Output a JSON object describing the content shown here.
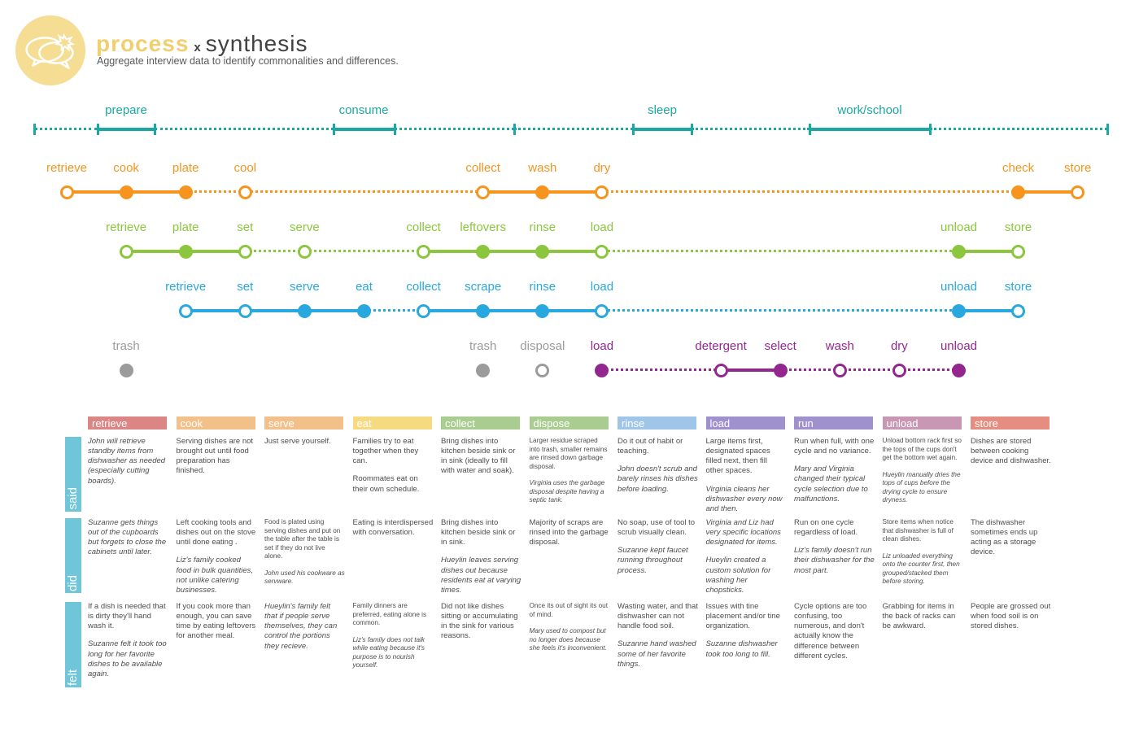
{
  "header": {
    "title_left": "process",
    "title_sep": "x",
    "title_right": "synthesis",
    "subtitle": "Aggregate interview data to identify commonalities and differences."
  },
  "colors": {
    "teal": "#1ba8a3",
    "orange": "#f7941e",
    "green": "#8cc63e",
    "blue": "#29a8e0",
    "purple": "#94278f",
    "gray": "#9b9b9b",
    "rowbar": "#6ec6d8",
    "logo_yellow": "#f6dd94"
  },
  "phase_labels": [
    "prepare",
    "consume",
    "sleep",
    "work/school"
  ],
  "journeys": [
    {
      "name": "journey-orange",
      "color_key": "orange",
      "nodes": [
        {
          "label": "retrieve",
          "slot": 0,
          "filled": false
        },
        {
          "label": "cook",
          "slot": 1,
          "filled": true
        },
        {
          "label": "plate",
          "slot": 2,
          "filled": true
        },
        {
          "label": "cool",
          "slot": 3,
          "filled": false
        },
        {
          "label": "collect",
          "slot": 7,
          "filled": false
        },
        {
          "label": "wash",
          "slot": 8,
          "filled": true
        },
        {
          "label": "dry",
          "slot": 9,
          "filled": false
        },
        {
          "label": "check",
          "slot": 16,
          "filled": true
        },
        {
          "label": "store",
          "slot": 17,
          "filled": false
        }
      ],
      "segments": [
        {
          "from": 0,
          "to": 1,
          "style": "solid"
        },
        {
          "from": 1,
          "to": 2,
          "style": "solid"
        },
        {
          "from": 2,
          "to": 3,
          "style": "dotted"
        },
        {
          "from": 3,
          "to": 4,
          "style": "dotted"
        },
        {
          "from": 4,
          "to": 5,
          "style": "solid"
        },
        {
          "from": 5,
          "to": 6,
          "style": "solid"
        },
        {
          "from": 6,
          "to": 7,
          "style": "dotted"
        },
        {
          "from": 7,
          "to": 8,
          "style": "solid"
        }
      ]
    },
    {
      "name": "journey-green",
      "color_key": "green",
      "nodes": [
        {
          "label": "retrieve",
          "slot": 1,
          "filled": false
        },
        {
          "label": "plate",
          "slot": 2,
          "filled": true
        },
        {
          "label": "set",
          "slot": 3,
          "filled": false
        },
        {
          "label": "serve",
          "slot": 4,
          "filled": false
        },
        {
          "label": "collect",
          "slot": 6,
          "filled": false
        },
        {
          "label": "leftovers",
          "slot": 7,
          "filled": true
        },
        {
          "label": "rinse",
          "slot": 8,
          "filled": true
        },
        {
          "label": "load",
          "slot": 9,
          "filled": false
        },
        {
          "label": "unload",
          "slot": 15,
          "filled": true
        },
        {
          "label": "store",
          "slot": 16,
          "filled": false
        }
      ],
      "segments": [
        {
          "from": 0,
          "to": 1,
          "style": "solid"
        },
        {
          "from": 1,
          "to": 2,
          "style": "solid"
        },
        {
          "from": 2,
          "to": 3,
          "style": "dotted"
        },
        {
          "from": 3,
          "to": 4,
          "style": "dotted"
        },
        {
          "from": 4,
          "to": 5,
          "style": "solid"
        },
        {
          "from": 5,
          "to": 6,
          "style": "solid"
        },
        {
          "from": 6,
          "to": 7,
          "style": "solid"
        },
        {
          "from": 7,
          "to": 8,
          "style": "dotted"
        },
        {
          "from": 8,
          "to": 9,
          "style": "solid"
        }
      ]
    },
    {
      "name": "journey-blue",
      "color_key": "blue",
      "nodes": [
        {
          "label": "retrieve",
          "slot": 2,
          "filled": false
        },
        {
          "label": "set",
          "slot": 3,
          "filled": false
        },
        {
          "label": "serve",
          "slot": 4,
          "filled": true
        },
        {
          "label": "eat",
          "slot": 5,
          "filled": true
        },
        {
          "label": "collect",
          "slot": 6,
          "filled": false
        },
        {
          "label": "scrape",
          "slot": 7,
          "filled": true
        },
        {
          "label": "rinse",
          "slot": 8,
          "filled": true
        },
        {
          "label": "load",
          "slot": 9,
          "filled": false
        },
        {
          "label": "unload",
          "slot": 15,
          "filled": true
        },
        {
          "label": "store",
          "slot": 16,
          "filled": false
        }
      ],
      "segments": [
        {
          "from": 0,
          "to": 1,
          "style": "solid"
        },
        {
          "from": 1,
          "to": 2,
          "style": "solid"
        },
        {
          "from": 2,
          "to": 3,
          "style": "solid"
        },
        {
          "from": 3,
          "to": 4,
          "style": "dotted"
        },
        {
          "from": 4,
          "to": 5,
          "style": "solid"
        },
        {
          "from": 5,
          "to": 6,
          "style": "solid"
        },
        {
          "from": 6,
          "to": 7,
          "style": "solid"
        },
        {
          "from": 7,
          "to": 8,
          "style": "dotted"
        },
        {
          "from": 8,
          "to": 9,
          "style": "solid"
        }
      ]
    },
    {
      "name": "journey-purple",
      "color_key": "purple",
      "nodes": [
        {
          "label": "trash",
          "slot": 1,
          "filled": true,
          "gray": true
        },
        {
          "label": "trash",
          "slot": 7,
          "filled": true,
          "gray": true
        },
        {
          "label": "disposal",
          "slot": 8,
          "filled": false,
          "gray": true
        },
        {
          "label": "load",
          "slot": 9,
          "filled": true
        },
        {
          "label": "detergent",
          "slot": 11,
          "filled": false
        },
        {
          "label": "select",
          "slot": 12,
          "filled": true
        },
        {
          "label": "wash",
          "slot": 13,
          "filled": false
        },
        {
          "label": "dry",
          "slot": 14,
          "filled": false
        },
        {
          "label": "unload",
          "slot": 15,
          "filled": true
        }
      ],
      "segments": [
        {
          "from": 3,
          "to": 4,
          "style": "dotted"
        },
        {
          "from": 4,
          "to": 5,
          "style": "solid"
        },
        {
          "from": 5,
          "to": 6,
          "style": "dotted"
        },
        {
          "from": 6,
          "to": 7,
          "style": "dotted"
        },
        {
          "from": 7,
          "to": 8,
          "style": "dotted"
        }
      ]
    }
  ],
  "table": {
    "row_labels": [
      "said",
      "did",
      "felt"
    ],
    "columns": [
      {
        "header": "retrieve",
        "color": "#db8585",
        "cells": {
          "said": [
            {
              "t": "John will retrieve standby items from dishwasher as needed (especially cutting boards).",
              "it": true
            }
          ],
          "did": [
            {
              "t": "Suzanne gets things out of the cupboards but forgets to close the cabinets until later.",
              "it": true
            }
          ],
          "felt": [
            {
              "t": "If a dish is needed that is dirty they'll hand wash it.",
              "it": false
            },
            {
              "t": "Suzanne felt it took too long for her favorite dishes to be available again.",
              "it": true
            }
          ]
        }
      },
      {
        "header": "cook",
        "color": "#f3c08a",
        "cells": {
          "said": [
            {
              "t": "Serving dishes are not brought out until food preparation has finished.",
              "it": false
            }
          ],
          "did": [
            {
              "t": "Left cooking tools and dishes out on the stove until done eating .",
              "it": false
            },
            {
              "t": "Liz's family cooked food in bulk quantities, not unlike catering businesses.",
              "it": true
            }
          ],
          "felt": [
            {
              "t": "If you cook more than enough, you can save time by eating leftovers for another meal.",
              "it": false
            }
          ]
        }
      },
      {
        "header": "serve",
        "color": "#f3c08a",
        "cells": {
          "said": [
            {
              "t": "Just serve yourself.",
              "it": false
            }
          ],
          "did": [
            {
              "t": "Food is plated using serving dishes and put on the table after the table is set if they do not live alone.",
              "it": false
            },
            {
              "t": "John used his cookware as servware.",
              "it": true
            }
          ],
          "felt": [
            {
              "t": "Hueylin's family felt that if people serve themselves, they can control the portions they recieve.",
              "it": true
            }
          ]
        },
        "small_rows": [
          "did"
        ]
      },
      {
        "header": "eat",
        "color": "#f6da80",
        "cells": {
          "said": [
            {
              "t": "Families try to eat together when they can.",
              "it": false
            },
            {
              "t": "Roommates eat on their own schedule.",
              "it": false
            }
          ],
          "did": [
            {
              "t": "Eating is interdispersed with conversation.",
              "it": false
            }
          ],
          "felt": [
            {
              "t": "Family dinners are preferred, eating alone is common.",
              "it": false
            },
            {
              "t": "Liz's family does not talk while eating because it's purpose is to nourish yourself.",
              "it": true
            }
          ]
        },
        "small_rows": [
          "felt"
        ]
      },
      {
        "header": "collect",
        "color": "#a9cd91",
        "cells": {
          "said": [
            {
              "t": "Bring dishes into kitchen beside sink or in sink (ideally to fill with water and soak).",
              "it": false
            }
          ],
          "did": [
            {
              "t": "Bring dishes into kitchen beside sink or in sink.",
              "it": false
            },
            {
              "t": "Hueylin leaves serving dishes out because residents eat at varying times.",
              "it": true
            }
          ],
          "felt": [
            {
              "t": "Did not like dishes sitting or accumulating in the sink for various reasons.",
              "it": false
            }
          ]
        }
      },
      {
        "header": "dispose",
        "color": "#a9cd91",
        "cells": {
          "said": [
            {
              "t": "Larger residue scraped into trash, smaller remains are rinsed down garbage disposal.",
              "it": false
            },
            {
              "t": "Virginia uses the garbage disposal despite having a septic tank.",
              "it": true
            }
          ],
          "did": [
            {
              "t": "Majority of scraps are rinsed into the garbage disposal.",
              "it": false
            }
          ],
          "felt": [
            {
              "t": "Once its out of sight its out of mind.",
              "it": false
            },
            {
              "t": "Mary used to compost but no longer does because she feels it's inconvenient.",
              "it": true
            }
          ]
        },
        "small_rows": [
          "said",
          "felt"
        ]
      },
      {
        "header": "rinse",
        "color": "#9fc6e8",
        "cells": {
          "said": [
            {
              "t": "Do it out of habit or teaching.",
              "it": false
            },
            {
              "t": "John doesn't scrub and barely rinses his dishes before loading.",
              "it": true
            }
          ],
          "did": [
            {
              "t": "No soap, use of tool to scrub visually clean.",
              "it": false
            },
            {
              "t": "Suzanne kept faucet running throughout process.",
              "it": true
            }
          ],
          "felt": [
            {
              "t": "Wasting water, and that dishwasher can not handle food soil.",
              "it": false
            },
            {
              "t": "Suzanne hand washed some of her favorite things.",
              "it": true
            }
          ]
        }
      },
      {
        "header": "load",
        "color": "#9e91cd",
        "cells": {
          "said": [
            {
              "t": "Large items first, designated spaces filled next, then fill other spaces.",
              "it": false
            },
            {
              "t": "Virginia cleans her dishwasher every now and then.",
              "it": true
            }
          ],
          "did": [
            {
              "t": "Virginia and Liz had very specific locations designated for items.",
              "it": true
            },
            {
              "t": "Hueylin created a custom solution for washing her chopsticks.",
              "it": true
            }
          ],
          "felt": [
            {
              "t": "Issues with tine placement and/or tine organization.",
              "it": false
            },
            {
              "t": "Suzanne dishwasher took too long to fill.",
              "it": true
            }
          ]
        }
      },
      {
        "header": "run",
        "color": "#9e91cd",
        "cells": {
          "said": [
            {
              "t": "Run when full, with one cycle and no variance.",
              "it": false
            },
            {
              "t": "Mary and Virginia changed their typical cycle selection due to malfunctions.",
              "it": true
            }
          ],
          "did": [
            {
              "t": "Run on one cycle regardless of load.",
              "it": false
            },
            {
              "t": "Liz's family doesn't run their dishwasher for the most part.",
              "it": true
            }
          ],
          "felt": [
            {
              "t": "Cycle options are too confusing, too numerous, and don't actually know the difference between different cycles.",
              "it": false
            }
          ]
        }
      },
      {
        "header": "unload",
        "color": "#c996b4",
        "cells": {
          "said": [
            {
              "t": "Unload bottom rack first so the tops of the cups don't get the bottom wet again.",
              "it": false
            },
            {
              "t": "Hueylin manually dries the tops of cups before the drying cycle to ensure dryness.",
              "it": true
            }
          ],
          "did": [
            {
              "t": "Store items when notice that dishwasher is full of clean dishes.",
              "it": false
            },
            {
              "t": "Liz unloaded everything onto the counter first, then grouped/stacked them before storing.",
              "it": true
            }
          ],
          "felt": [
            {
              "t": "Grabbing for items in the back of racks can be awkward.",
              "it": false
            }
          ]
        },
        "small_rows": [
          "said",
          "did"
        ]
      },
      {
        "header": "store",
        "color": "#e58d80",
        "cells": {
          "said": [
            {
              "t": "Dishes are stored between cooking device and dishwasher.",
              "it": false
            }
          ],
          "did": [
            {
              "t": "The dishwasher sometimes ends up acting as a storage device.",
              "it": false
            }
          ],
          "felt": [
            {
              "t": "People are grossed out when food soil is on stored dishes.",
              "it": false
            }
          ]
        }
      }
    ]
  }
}
